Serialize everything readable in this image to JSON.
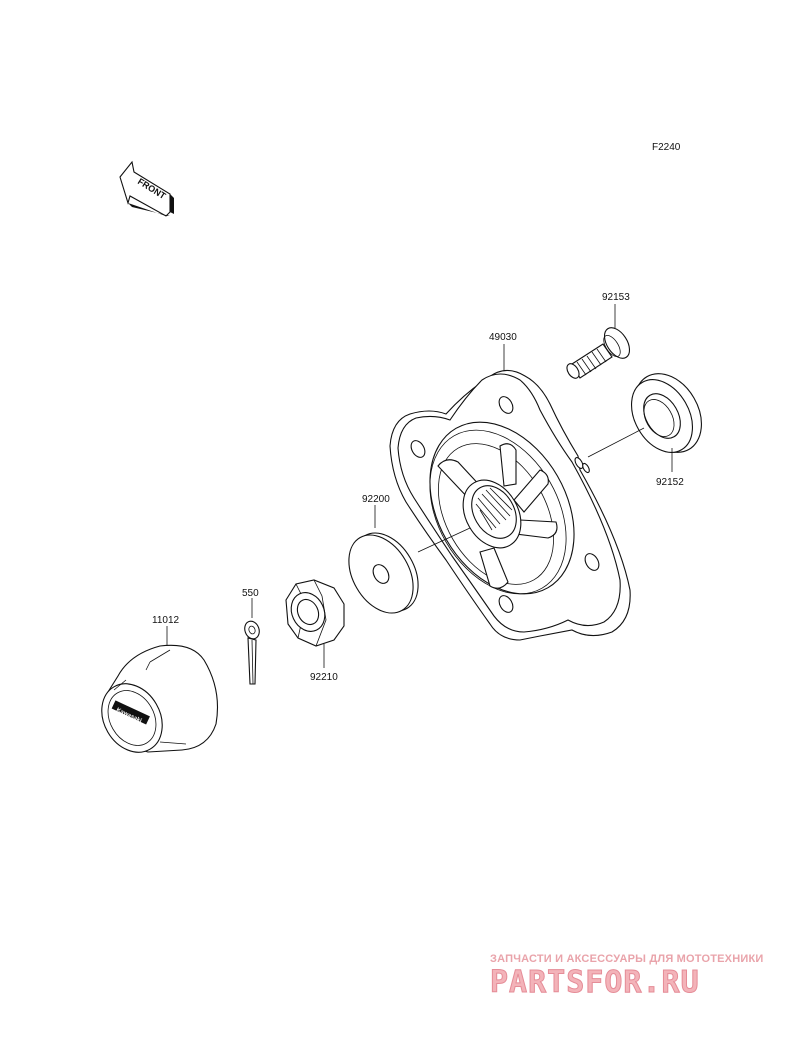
{
  "diagram": {
    "figure_code": "F2240",
    "front_arrow_text": "FRONT",
    "parts": [
      {
        "number": "92153"
      },
      {
        "number": "49030"
      },
      {
        "number": "92152"
      },
      {
        "number": "92200"
      },
      {
        "number": "550"
      },
      {
        "number": "92210"
      },
      {
        "number": "11012"
      }
    ],
    "cap_logo_text": "Kawasaki"
  },
  "watermark": {
    "tagline": "ЗАПЧАСТИ И АКСЕССУАРЫ ДЛЯ МОТОТЕХНИКИ",
    "brand": "PARTSFOR.RU",
    "colors": {
      "text": "#e58c97",
      "fill": "#f3b3b9"
    }
  }
}
